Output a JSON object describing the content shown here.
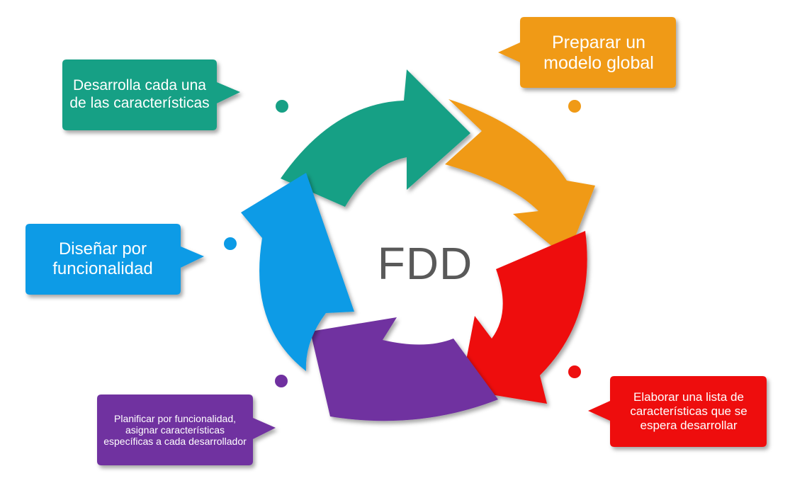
{
  "center_label": "FDD",
  "steps": [
    {
      "id": "model",
      "text": "Preparar un modelo global",
      "color": "#F09A16"
    },
    {
      "id": "list",
      "text": "Elaborar una lista de características que se espera desarrollar",
      "color": "#EE1010"
    },
    {
      "id": "plan",
      "text": "Planificar por funcionalidad, asignar características específicas a cada desarrollador",
      "color": "#7030A0"
    },
    {
      "id": "design",
      "text": "Diseñar por funcionalidad",
      "color": "#0C9BE6"
    },
    {
      "id": "develop",
      "text": "Desarrolla cada una de las características",
      "color": "#17A085"
    }
  ]
}
